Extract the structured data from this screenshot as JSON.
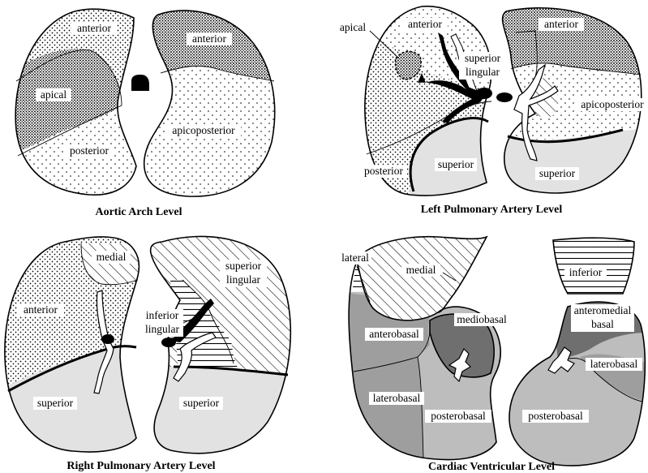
{
  "colors": {
    "light_gray": "#e2e2e2",
    "mid_gray": "#bdbdbd",
    "gray": "#9e9e9e",
    "dark_gray": "#6f6f6f",
    "black": "#000000",
    "white": "#ffffff"
  },
  "panels": {
    "aortic_arch": {
      "caption": "Aortic Arch Level",
      "labels": {
        "anterior_left": "anterior",
        "anterior_right": "anterior",
        "apical": "apical",
        "posterior": "posterior",
        "apicoposterior": "apicoposterior"
      }
    },
    "left_pulmonary": {
      "caption": "Left Pulmonary Artery Level",
      "labels": {
        "apical": "apical",
        "anterior_left": "anterior",
        "anterior_right": "anterior",
        "superior_lingular_1": "superior",
        "superior_lingular_2": "lingular",
        "apicoposterior": "apicoposterior",
        "posterior": "posterior",
        "superior_left": "superior",
        "superior_right": "superior"
      }
    },
    "right_pulmonary": {
      "caption": "Right Pulmonary Artery Level",
      "labels": {
        "medial": "medial",
        "superior_lingular_1": "superior",
        "superior_lingular_2": "lingular",
        "anterior": "anterior",
        "inferior_lingular_1": "inferior",
        "inferior_lingular_2": "lingular",
        "superior_left": "superior",
        "superior_right": "superior"
      }
    },
    "cardiac": {
      "caption": "Cardiac Ventricular Level",
      "labels": {
        "lateral": "lateral",
        "medial": "medial",
        "inferior": "inferior",
        "mediobasal": "mediobasal",
        "anteromedial_1": "anteromedial",
        "anteromedial_2": "basal",
        "anterobasal": "anterobasal",
        "laterobasal_left": "laterobasal",
        "laterobasal_right": "laterobasal",
        "posterobasal_left": "posterobasal",
        "posterobasal_right": "posterobasal"
      }
    }
  }
}
